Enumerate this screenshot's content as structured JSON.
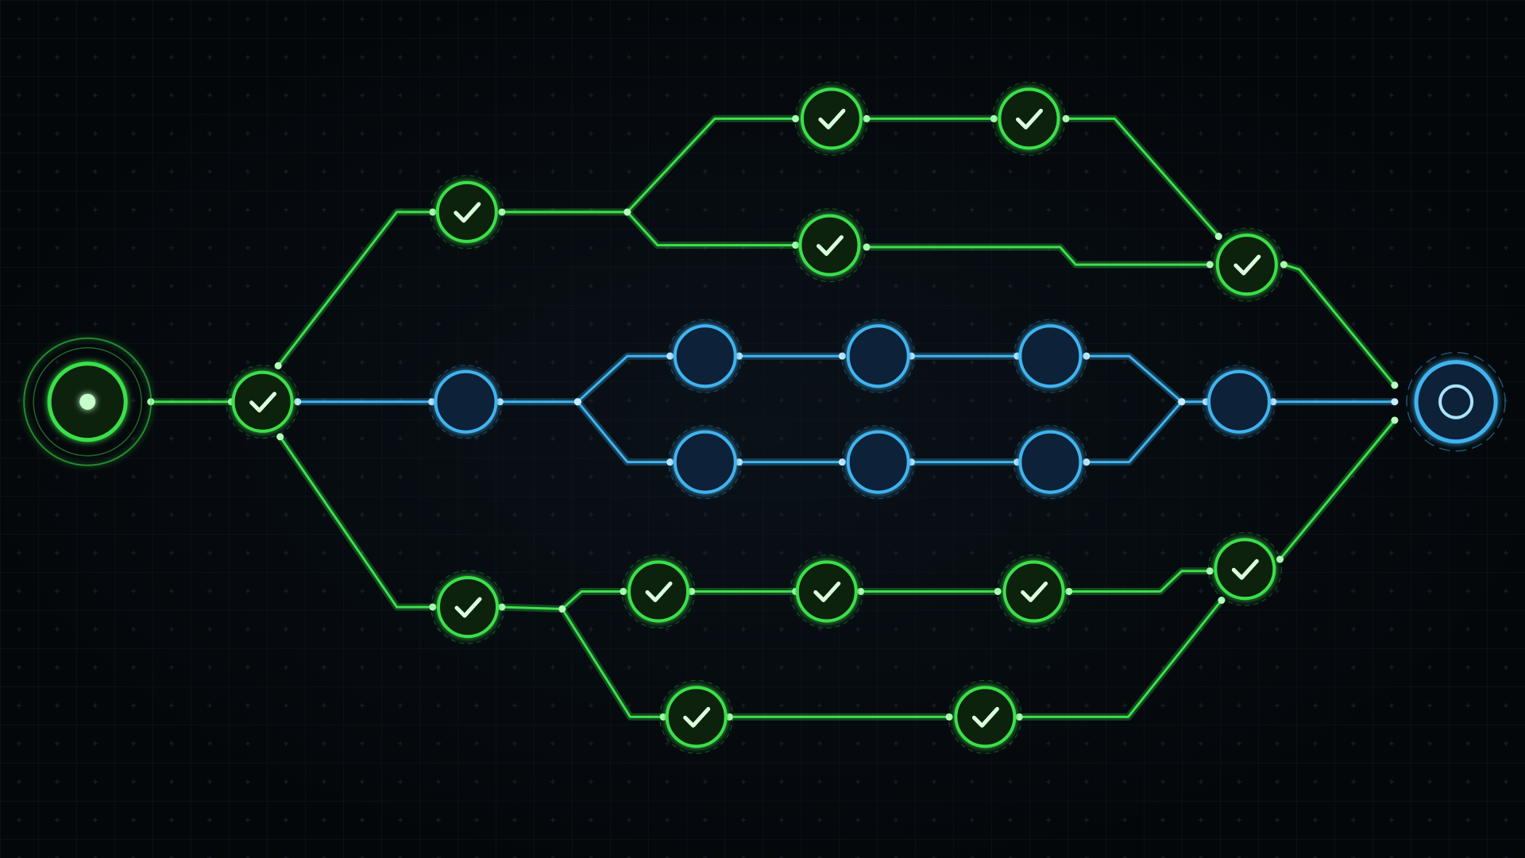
{
  "diagram": {
    "type": "workflow-graph",
    "colors": {
      "background": "#05080c",
      "grid": "#1c242c",
      "complete": "#3be04a",
      "complete_fill": "#08210d",
      "pending": "#3fb4f0",
      "pending_fill": "#0b2238"
    },
    "start_node": {
      "status": "complete",
      "icon": "dot-icon"
    },
    "end_node": {
      "status": "pending",
      "icon": "ring-icon"
    },
    "completed_steps": 13,
    "pending_steps": 8,
    "check_icon": "check-icon"
  }
}
